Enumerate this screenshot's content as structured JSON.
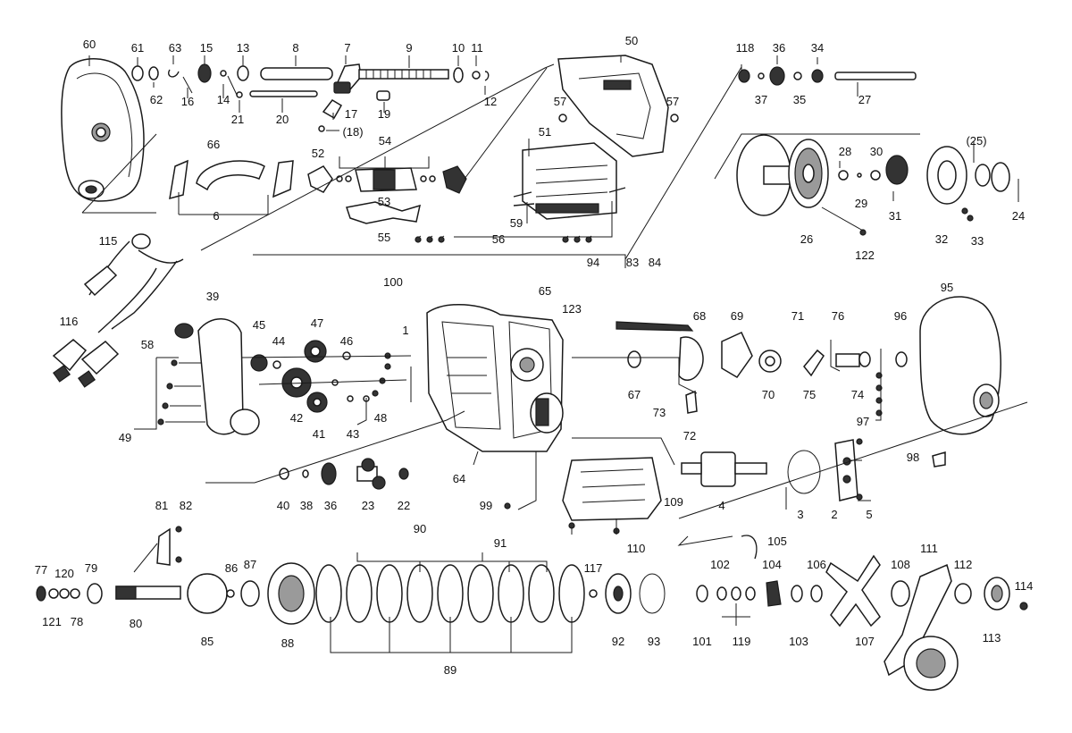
{
  "callouts": [
    {
      "id": "n60",
      "text": "60"
    },
    {
      "id": "n61",
      "text": "61"
    },
    {
      "id": "n62",
      "text": "62"
    },
    {
      "id": "n63",
      "text": "63"
    },
    {
      "id": "n15",
      "text": "15"
    },
    {
      "id": "n13",
      "text": "13"
    },
    {
      "id": "n8",
      "text": "8"
    },
    {
      "id": "n7",
      "text": "7"
    },
    {
      "id": "n9",
      "text": "9"
    },
    {
      "id": "n10",
      "text": "10"
    },
    {
      "id": "n11",
      "text": "11"
    },
    {
      "id": "n12",
      "text": "12"
    },
    {
      "id": "n16",
      "text": "16"
    },
    {
      "id": "n14",
      "text": "14"
    },
    {
      "id": "n21",
      "text": "21"
    },
    {
      "id": "n20",
      "text": "20"
    },
    {
      "id": "n17",
      "text": "17"
    },
    {
      "id": "n18",
      "text": "(18)"
    },
    {
      "id": "n19",
      "text": "19"
    },
    {
      "id": "n50",
      "text": "50"
    },
    {
      "id": "n57a",
      "text": "57"
    },
    {
      "id": "n57b",
      "text": "57"
    },
    {
      "id": "n51",
      "text": "51"
    },
    {
      "id": "n52",
      "text": "52"
    },
    {
      "id": "n54",
      "text": "54"
    },
    {
      "id": "n53",
      "text": "53"
    },
    {
      "id": "n55",
      "text": "55"
    },
    {
      "id": "n56",
      "text": "56"
    },
    {
      "id": "n59",
      "text": "59"
    },
    {
      "id": "n66",
      "text": "66"
    },
    {
      "id": "n6",
      "text": "6"
    },
    {
      "id": "n115",
      "text": "115"
    },
    {
      "id": "n116",
      "text": "116"
    },
    {
      "id": "n118",
      "text": "118"
    },
    {
      "id": "n36a",
      "text": "36"
    },
    {
      "id": "n34",
      "text": "34"
    },
    {
      "id": "n37",
      "text": "37"
    },
    {
      "id": "n35",
      "text": "35"
    },
    {
      "id": "n27",
      "text": "27"
    },
    {
      "id": "n28",
      "text": "28"
    },
    {
      "id": "n30",
      "text": "30"
    },
    {
      "id": "n25",
      "text": "(25)"
    },
    {
      "id": "n29",
      "text": "29"
    },
    {
      "id": "n31",
      "text": "31"
    },
    {
      "id": "n26",
      "text": "26"
    },
    {
      "id": "n32",
      "text": "32"
    },
    {
      "id": "n33",
      "text": "33"
    },
    {
      "id": "n24",
      "text": "24"
    },
    {
      "id": "n122",
      "text": "122"
    },
    {
      "id": "n100",
      "text": "100"
    },
    {
      "id": "n65",
      "text": "65"
    },
    {
      "id": "n94",
      "text": "94"
    },
    {
      "id": "n83",
      "text": "83"
    },
    {
      "id": "n84",
      "text": "84"
    },
    {
      "id": "n95",
      "text": "95"
    },
    {
      "id": "n1",
      "text": "1"
    },
    {
      "id": "n123",
      "text": "123"
    },
    {
      "id": "n68",
      "text": "68"
    },
    {
      "id": "n69",
      "text": "69"
    },
    {
      "id": "n71",
      "text": "71"
    },
    {
      "id": "n76",
      "text": "76"
    },
    {
      "id": "n96",
      "text": "96"
    },
    {
      "id": "n39",
      "text": "39"
    },
    {
      "id": "n45",
      "text": "45"
    },
    {
      "id": "n47",
      "text": "47"
    },
    {
      "id": "n58",
      "text": "58"
    },
    {
      "id": "n44",
      "text": "44"
    },
    {
      "id": "n46",
      "text": "46"
    },
    {
      "id": "n67",
      "text": "67"
    },
    {
      "id": "n70",
      "text": "70"
    },
    {
      "id": "n75",
      "text": "75"
    },
    {
      "id": "n74",
      "text": "74"
    },
    {
      "id": "n73",
      "text": "73"
    },
    {
      "id": "n72",
      "text": "72"
    },
    {
      "id": "n97",
      "text": "97"
    },
    {
      "id": "n42",
      "text": "42"
    },
    {
      "id": "n48",
      "text": "48"
    },
    {
      "id": "n41",
      "text": "41"
    },
    {
      "id": "n43",
      "text": "43"
    },
    {
      "id": "n49",
      "text": "49"
    },
    {
      "id": "n98",
      "text": "98"
    },
    {
      "id": "n64",
      "text": "64"
    },
    {
      "id": "n40",
      "text": "40"
    },
    {
      "id": "n38",
      "text": "38"
    },
    {
      "id": "n36b",
      "text": "36"
    },
    {
      "id": "n23",
      "text": "23"
    },
    {
      "id": "n22",
      "text": "22"
    },
    {
      "id": "n109",
      "text": "109"
    },
    {
      "id": "n99",
      "text": "99"
    },
    {
      "id": "n4",
      "text": "4"
    },
    {
      "id": "n3",
      "text": "3"
    },
    {
      "id": "n2",
      "text": "2"
    },
    {
      "id": "n5",
      "text": "5"
    },
    {
      "id": "n110",
      "text": "110"
    },
    {
      "id": "n81",
      "text": "81"
    },
    {
      "id": "n82",
      "text": "82"
    },
    {
      "id": "n90",
      "text": "90"
    },
    {
      "id": "n91",
      "text": "91"
    },
    {
      "id": "n105",
      "text": "105"
    },
    {
      "id": "n77",
      "text": "77"
    },
    {
      "id": "n120",
      "text": "120"
    },
    {
      "id": "n79",
      "text": "79"
    },
    {
      "id": "n86",
      "text": "86"
    },
    {
      "id": "n87",
      "text": "87"
    },
    {
      "id": "n117",
      "text": "117"
    },
    {
      "id": "n102",
      "text": "102"
    },
    {
      "id": "n104",
      "text": "104"
    },
    {
      "id": "n106",
      "text": "106"
    },
    {
      "id": "n108",
      "text": "108"
    },
    {
      "id": "n111",
      "text": "111"
    },
    {
      "id": "n112",
      "text": "112"
    },
    {
      "id": "n114",
      "text": "114"
    },
    {
      "id": "n121",
      "text": "121"
    },
    {
      "id": "n78",
      "text": "78"
    },
    {
      "id": "n80",
      "text": "80"
    },
    {
      "id": "n85",
      "text": "85"
    },
    {
      "id": "n88",
      "text": "88"
    },
    {
      "id": "n92",
      "text": "92"
    },
    {
      "id": "n93",
      "text": "93"
    },
    {
      "id": "n101",
      "text": "101"
    },
    {
      "id": "n119",
      "text": "119"
    },
    {
      "id": "n103",
      "text": "103"
    },
    {
      "id": "n107",
      "text": "107"
    },
    {
      "id": "n113",
      "text": "113"
    },
    {
      "id": "n89",
      "text": "89"
    }
  ]
}
